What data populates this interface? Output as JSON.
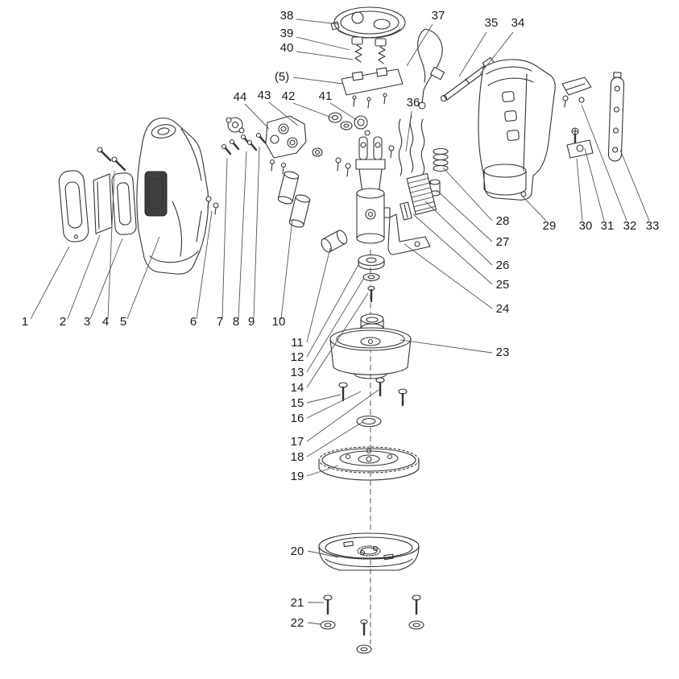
{
  "page": {
    "background": "#ffffff",
    "line_color": "#333333",
    "label_color": "#1a1a1a"
  },
  "diagram": {
    "type": "exploded-parts-diagram",
    "description": "Exploded view line drawing of an instrument with numbered part callouts",
    "part_labels": [
      "1",
      "2",
      "3",
      "4",
      "5",
      "6",
      "7",
      "8",
      "9",
      "10",
      "11",
      "12",
      "13",
      "14",
      "15",
      "16",
      "17",
      "18",
      "19",
      "20",
      "21",
      "22",
      "23",
      "24",
      "25",
      "26",
      "27",
      "28",
      "29",
      "30",
      "31",
      "32",
      "33",
      "34",
      "35",
      "36",
      "37",
      "38",
      "39",
      "40",
      "41",
      "42",
      "43",
      "44",
      "(5)"
    ]
  }
}
